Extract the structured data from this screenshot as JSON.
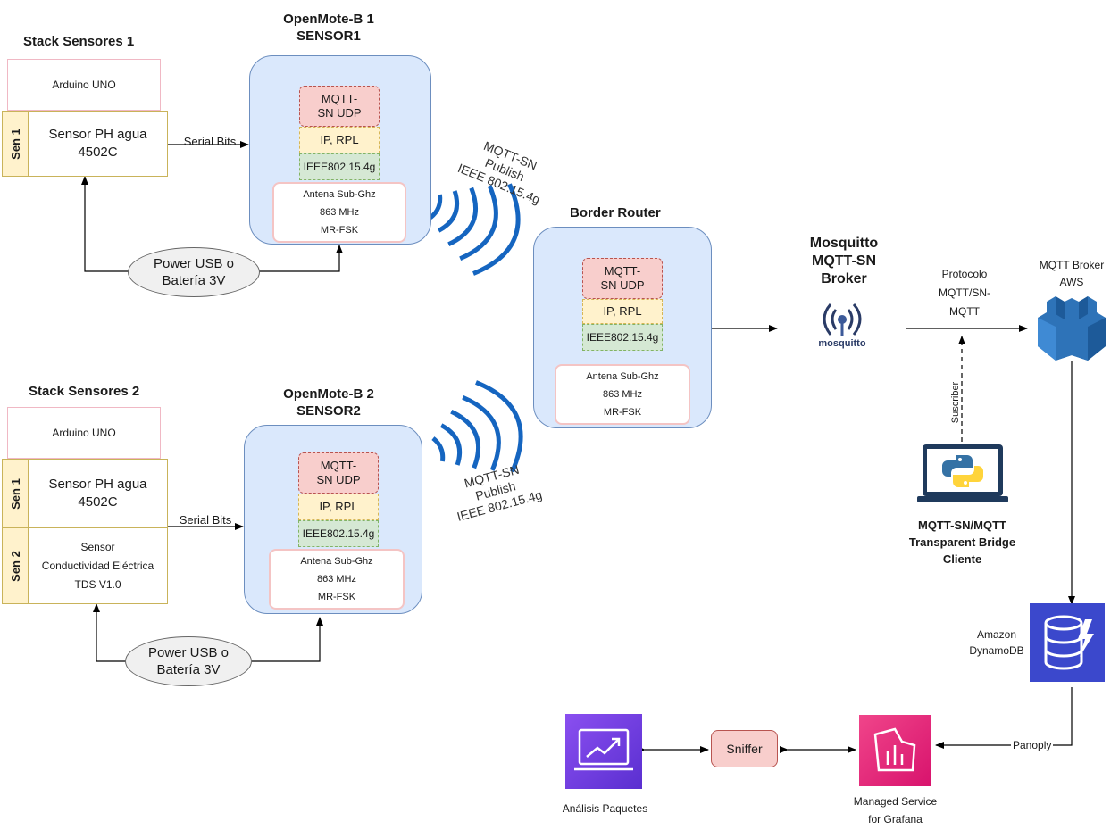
{
  "stack1": {
    "title": "Stack Sensores 1",
    "arduino": "Arduino UNO",
    "sen1_label": "Sen 1",
    "sensor1": "Sensor PH agua 4502C"
  },
  "stack2": {
    "title": "Stack Sensores 2",
    "arduino": "Arduino UNO",
    "sen1_label": "Sen 1",
    "sensor1": "Sensor PH agua 4502C",
    "sen2_label": "Sen 2",
    "sensor2_line1": "Sensor",
    "sensor2_line2": "Conductividad Eléctrica",
    "sensor2_line3": "TDS V1.0"
  },
  "serial_bits_1": "Serial Bits",
  "serial_bits_2": "Serial Bits",
  "power1": "Power USB o Batería 3V",
  "power2": "Power USB o Batería 3V",
  "openmote1": {
    "title_line1": "OpenMote-B 1",
    "title_line2": "SENSOR1",
    "mqtt": "MQTT-SN UDP",
    "ip": "IP, RPL",
    "ieee": "IEEE802.15.4g",
    "antena_line1": "Antena Sub-Ghz",
    "antena_line2": "863 MHz",
    "antena_line3": "MR-FSK"
  },
  "openmote2": {
    "title_line1": "OpenMote-B 2",
    "title_line2": "SENSOR2",
    "mqtt": "MQTT-SN UDP",
    "ip": "IP, RPL",
    "ieee": "IEEE802.15.4g",
    "antena_line1": "Antena Sub-Ghz",
    "antena_line2": "863 MHz",
    "antena_line3": "MR-FSK"
  },
  "border_router": {
    "title": "Border Router",
    "mqtt": "MQTT-SN UDP",
    "ip": "IP, RPL",
    "ieee": "IEEE802.15.4g",
    "antena_line1": "Antena Sub-Ghz",
    "antena_line2": "863 MHz",
    "antena_line3": "MR-FSK"
  },
  "publish1": {
    "line1": "MQTT-SN",
    "line2": "Publish",
    "line3": "IEEE 802.15.4g"
  },
  "publish2": {
    "line1": "MQTT-SN",
    "line2": "Publish",
    "line3": "IEEE 802.15.4g"
  },
  "mosquitto": {
    "title_line1": "Mosquitto",
    "title_line2": "MQTT-SN",
    "title_line3": "Broker",
    "logo_text": "mosquitto"
  },
  "protocolo": {
    "line1": "Protocolo",
    "line2": "MQTT/SN-",
    "line3": "MQTT"
  },
  "suscriber": "Suscriber",
  "aws": {
    "line1": "MQTT Broker",
    "line2": "AWS"
  },
  "bridge": {
    "line1": "MQTT-SN/MQTT",
    "line2": "Transparent Bridge",
    "line3": "Cliente"
  },
  "dynamodb": {
    "line1": "Amazon",
    "line2": "DynamoDB"
  },
  "panoply": "Panoply",
  "grafana": {
    "line1": "Managed Service",
    "line2": "for Grafana"
  },
  "sniffer": "Sniffer",
  "analisis": "Análisis Paquetes",
  "colors": {
    "blue_fill": "#dae8fc",
    "blue_border": "#6c8ebf",
    "mqtt_fill": "#f8cecc",
    "ip_fill": "#fff2cc",
    "ieee_fill": "#d5e8d4",
    "wifi_blue": "#1565c0",
    "aws_blue": "#2e73b8",
    "dynamo_blue": "#3b48cc",
    "grafana_pink": "#e7157b",
    "analytics_purple": "#7b3fe4"
  }
}
